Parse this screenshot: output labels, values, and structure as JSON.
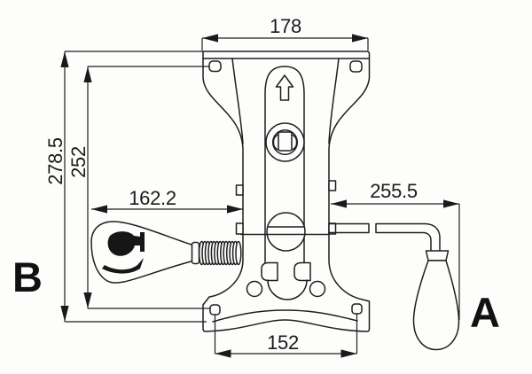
{
  "drawing": {
    "colors": {
      "line": "#1a1a1a",
      "paper": "#fdfdfc"
    },
    "labels": {
      "part_a": "A",
      "part_b": "B"
    },
    "dimensions": {
      "top_width": "178",
      "overall_height": "278.5",
      "mount_hole_vertical_spacing": "252",
      "left_knob_length": "162.2",
      "right_lever_length": "255.5",
      "bottom_hole_spacing": "152"
    }
  }
}
